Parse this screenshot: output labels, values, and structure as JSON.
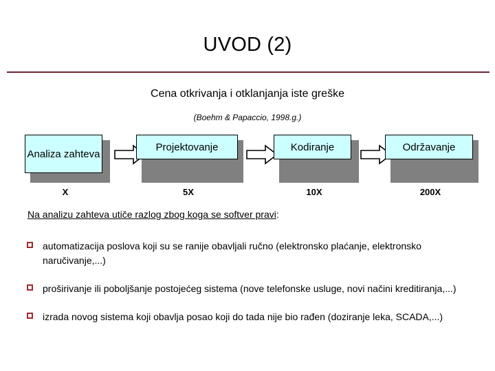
{
  "slide": {
    "title": "UVOD (2)",
    "subtitle": "Cena otkrivanja i otklanjanja iste greške",
    "citation": "(Boehm & Papaccio, 1998.g.)",
    "accent_color": "#6b2430",
    "box_fill_color": "#ccffff",
    "box_shadow_color": "#808080",
    "bullet_marker_color": "#9e2a2b",
    "background_color": "#ffffff"
  },
  "pipeline": {
    "stages": [
      {
        "label": "Analiza zahteva",
        "cost": "X"
      },
      {
        "label": "Projektovanje",
        "cost": "5X"
      },
      {
        "label": "Kodiranje",
        "cost": "10X"
      },
      {
        "label": "Održavanje",
        "cost": "200X"
      }
    ],
    "connector_icon": "right-block-arrow-icon"
  },
  "body": {
    "lead_underlined": "Na analizu zahteva utiče razlog zbog koga se softver pravi",
    "lead_suffix": ":",
    "bullets": [
      "automatizacija poslova koji su se ranije obavljali ručno (elektronsko plaćanje, elektronsko naručivanje,...)",
      "proširivanje ili poboljšanje postojećeg sistema (nove telefonske usluge, novi načini kreditiranja,...)",
      "izrada novog sistema koji obavlja posao koji do tada nije bio rađen (doziranje leka, SCADA,...)"
    ],
    "bullet_marker_icon": "hollow-square-bullet-icon"
  }
}
